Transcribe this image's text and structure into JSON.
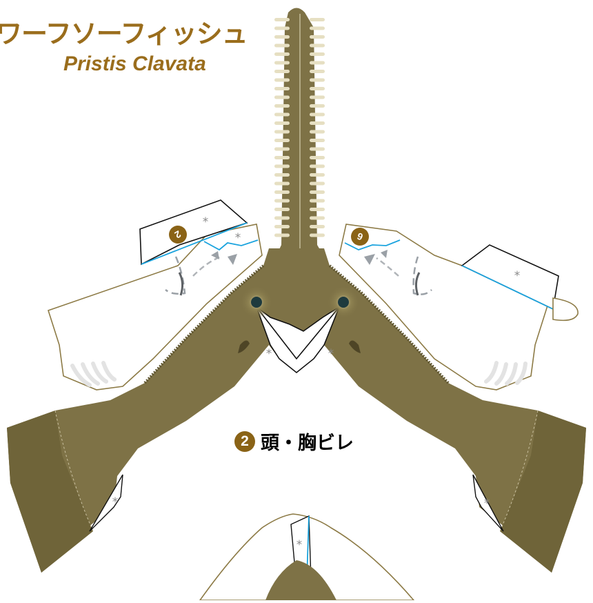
{
  "header": {
    "title": "ワーフソーフィッシュ",
    "subtitle": "Pristis Clavata"
  },
  "part_label": {
    "number": "2",
    "text": "頭・胸ビレ"
  },
  "tabs": {
    "left_number": "2",
    "right_number": "6"
  },
  "glue_mark": "*",
  "colors": {
    "title": "#9a6d1c",
    "body": "#7e7246",
    "body_dark": "#5e5530",
    "tooth": "#e6dfc2",
    "eye": "#1e3a3e",
    "fold_line": "#1aa3de",
    "badge": "#8a6316",
    "cut_line": "#111111",
    "outline": "#8c7a45"
  }
}
